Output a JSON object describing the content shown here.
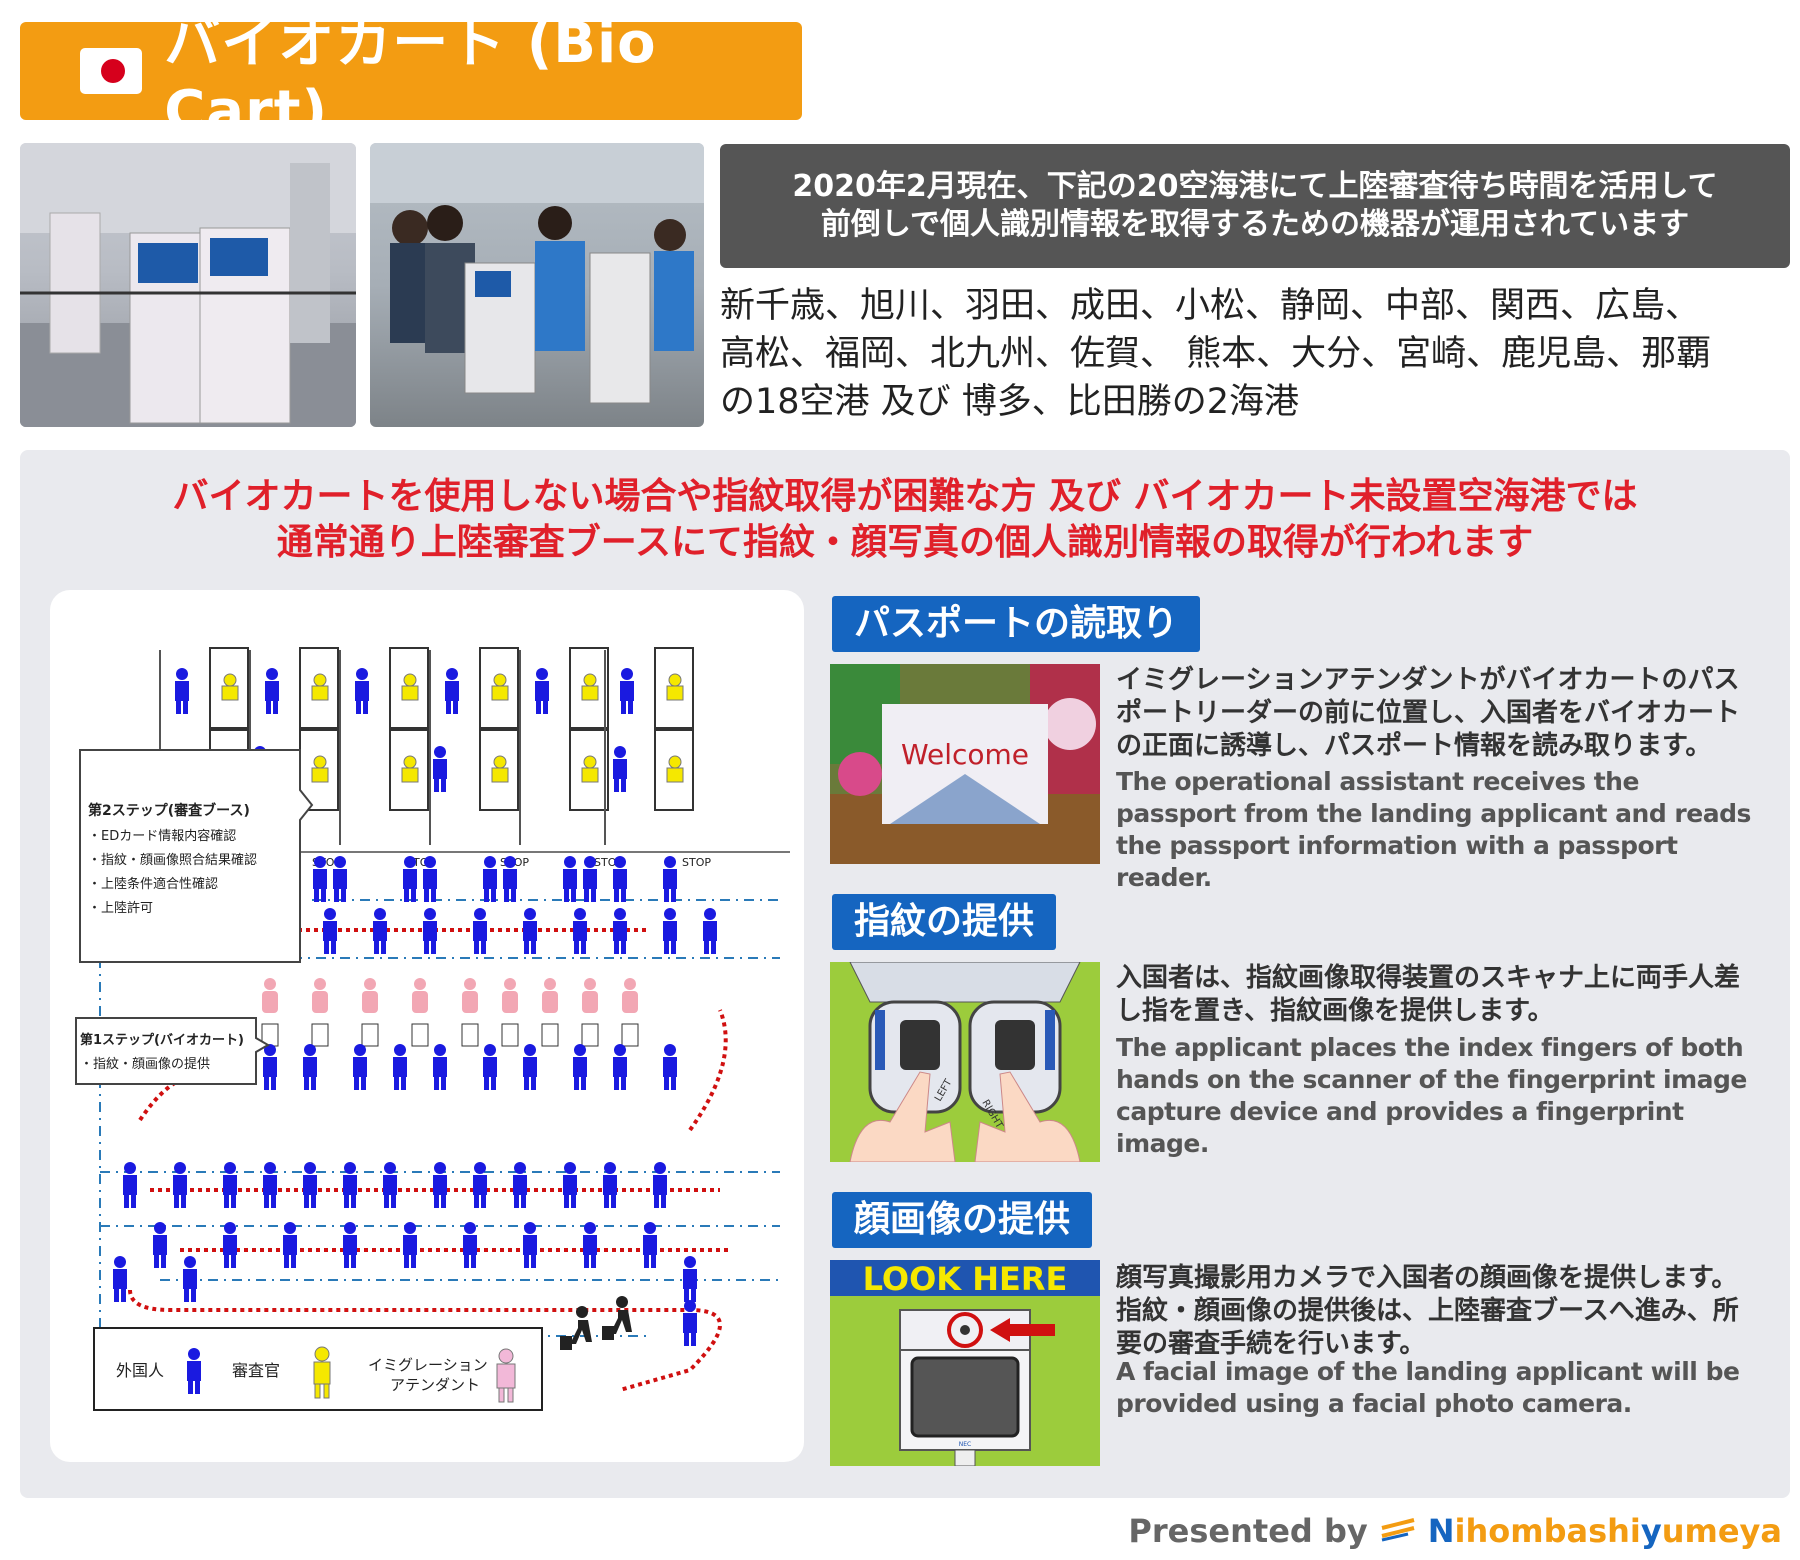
{
  "header": {
    "title": "バイオカート (Bio Cart)"
  },
  "info": {
    "line1": "2020年2月現在、下記の20空海港にて上陸審査待ち時間を活用して",
    "line2": "前倒しで個人識別情報を取得するための機器が運用されています",
    "ports_line1": "新千歳、旭川、羽田、成田、小松、静岡、中部、関西、広島、",
    "ports_line2": "高松、福岡、北九州、佐賀、 熊本、大分、宮崎、鹿児島、那覇",
    "ports_line3": "の18空港 及び 博多、比田勝の2海港"
  },
  "notice": {
    "line1": "バイオカートを使用しない場合や指紋取得が困難な方 及び バイオカート未設置空海港では",
    "line2": "通常通り上陸審査ブースにて指紋・顔写真の個人識別情報の取得が行われます"
  },
  "diagram": {
    "stop": "STOP",
    "step2_title": "第2ステップ(審査ブース)",
    "step2_items": [
      "・EDカード情報内容確認",
      "・指紋・顔画像照合結果確認",
      "・上陸条件適合性確認",
      "・上陸許可"
    ],
    "step1_title": "第1ステップ(バイオカート)",
    "step1_item": "・指紋・顔画像の提供",
    "legend_foreigner": "外国人",
    "legend_officer": "審査官",
    "legend_attendant_1": "イミグレーション",
    "legend_attendant_2": "アテンダント"
  },
  "steps": [
    {
      "label": "パスポートの読取り",
      "image_text": "Welcome",
      "jp": "イミグレーションアテンダントがバイオカートのパスポートリーダーの前に位置し、入国者をバイオカートの正面に誘導し、パスポート情報を読み取ります。",
      "en": "The operational assistant receives the passport from the landing applicant and reads the passport information with a passport reader."
    },
    {
      "label": "指紋の提供",
      "image_text_left": "LEFT",
      "image_text_right": "RIGHT",
      "jp": "入国者は、指紋画像取得装置のスキャナ上に両手人差し指を置き、指紋画像を提供します。",
      "en": "The applicant places the index fingers of both hands on the scanner of the fingerprint image capture device and provides a fingerprint image."
    },
    {
      "label": "顔画像の提供",
      "image_text": "LOOK HERE",
      "image_brand": "NEC",
      "jp": "顔写真撮影用カメラで入国者の顔画像を提供します。指紋・顔画像の提供後は、上陸審査ブースへ進み、所要の審査手続を行います。",
      "en": "A facial image of the landing applicant will be provided using a facial photo camera."
    }
  ],
  "footer": {
    "presented_by": "Presented by",
    "brand_n": "N",
    "brand_1": "ihombashi",
    "brand_y": "y",
    "brand_2": "umeya"
  },
  "colors": {
    "orange": "#f39c12",
    "blue": "#1565c0",
    "red": "#e0202a",
    "panel": "#e9eaee"
  }
}
